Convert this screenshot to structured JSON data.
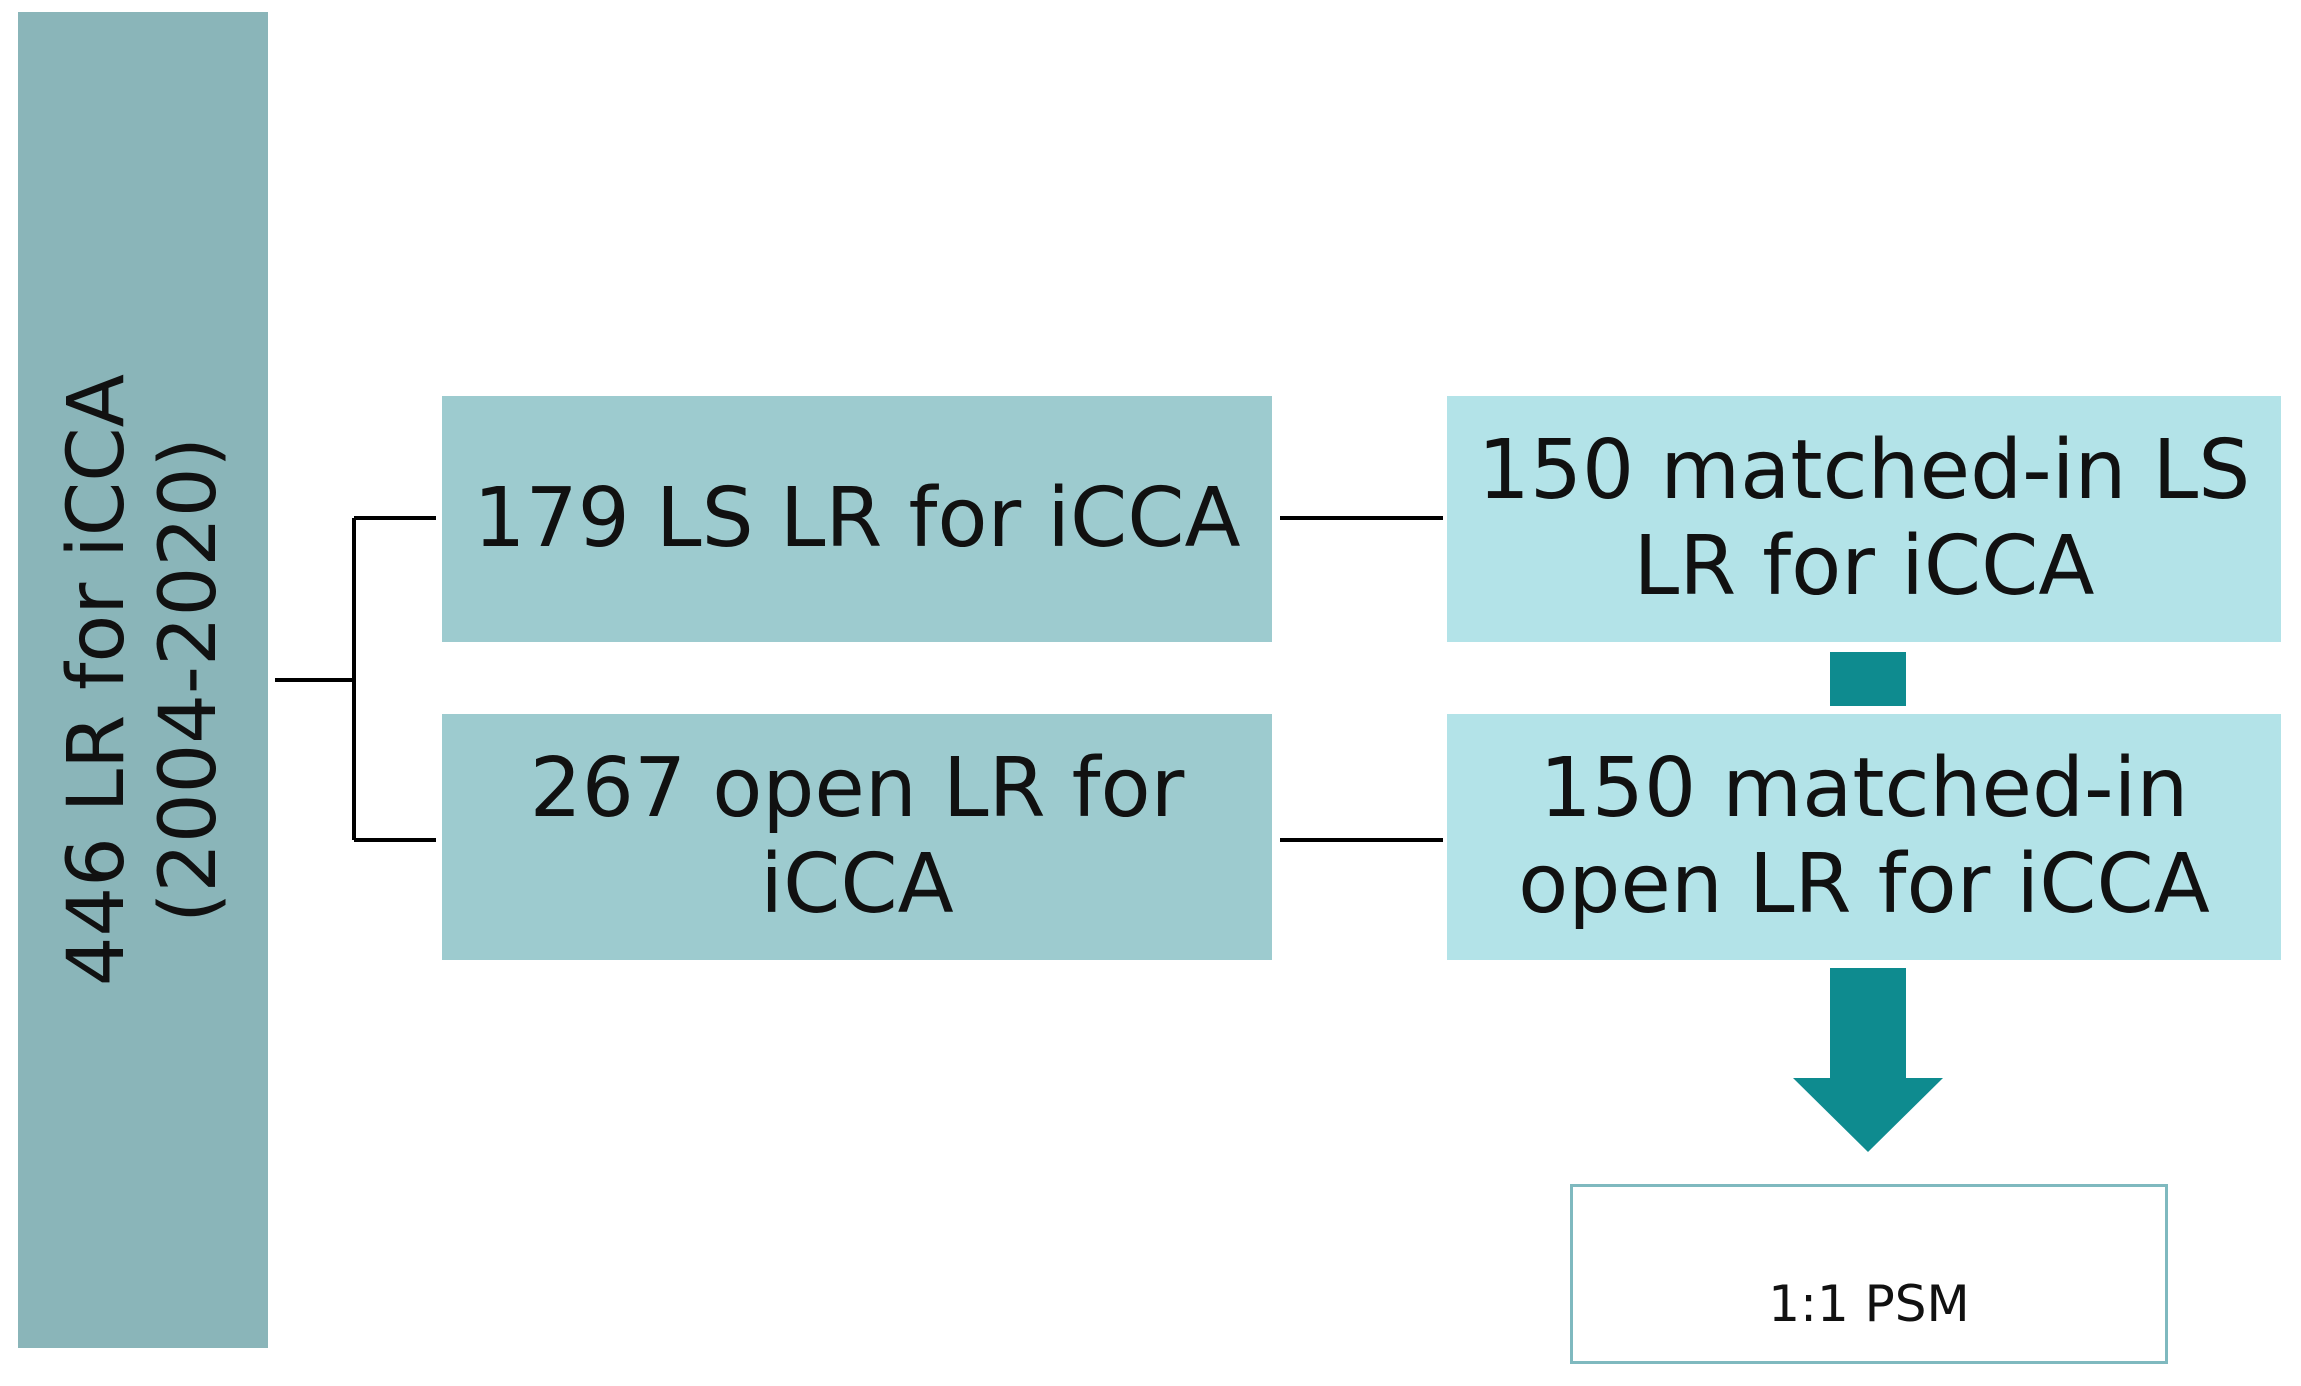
{
  "colors": {
    "cohort_fill": "#8ab5b9",
    "arm_fill": "#9dcbcf",
    "matched_fill": "#b3e3e8",
    "arrow_fill": "#0e8b8f",
    "psm_border": "#7fb9bf",
    "line": "#000000"
  },
  "cohort": {
    "line1": "446 LR for iCCA",
    "line2": "(2004-2020)"
  },
  "arms": {
    "ls": {
      "line1": "179 LS LR for iCCA"
    },
    "open": {
      "line1": "267 open LR for",
      "line2": "iCCA"
    }
  },
  "matched": {
    "ls": {
      "line1": "150 matched-in LS",
      "line2": "LR for iCCA"
    },
    "open": {
      "line1": "150 matched-in",
      "line2": "open LR for iCCA"
    }
  },
  "method": {
    "label": "1:1 PSM",
    "arrow_icon": "down-arrow-icon"
  }
}
